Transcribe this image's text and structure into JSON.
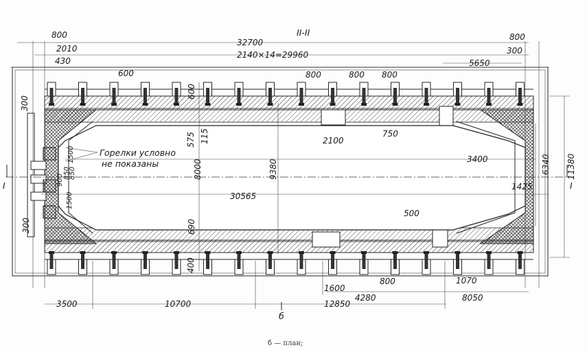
{
  "section_title": "II-II",
  "caption": "б — план;",
  "section_letter": "б",
  "note": {
    "line1": "Горелки условно",
    "line2": "не показаны"
  },
  "axis_marks": {
    "left": "I",
    "right": "I"
  },
  "top_dims": {
    "d800_left": "800",
    "d32700": "32700",
    "d800_right": "800",
    "d2010": "2010",
    "d430": "430",
    "d2140x14": "2140×14=29960",
    "d300": "300",
    "d5650": "5650",
    "d600": "600",
    "d800_a": "800",
    "d800_b": "800",
    "d800_c": "800"
  },
  "inner_dims": {
    "d600v": "600",
    "d575": "575",
    "d115": "115",
    "d2100": "2100",
    "d750": "750",
    "d3400": "3400",
    "d8000": "8000",
    "d9380": "9380",
    "d6340": "6340",
    "d11380": "11380",
    "d1500a": "1500",
    "d850a": "850",
    "d850b": "850",
    "d900": "900",
    "d1500b": "1500",
    "d30565": "30565",
    "d1425": "1425",
    "d500": "500",
    "d300a": "300",
    "d300b": "300",
    "d690": "690",
    "d400": "400"
  },
  "bottom_dims": {
    "d800": "800",
    "d1070": "1070",
    "d1600": "1600",
    "d4280": "4280",
    "d8050": "8050",
    "d3500": "3500",
    "d10700": "10700",
    "d12850": "12850"
  }
}
